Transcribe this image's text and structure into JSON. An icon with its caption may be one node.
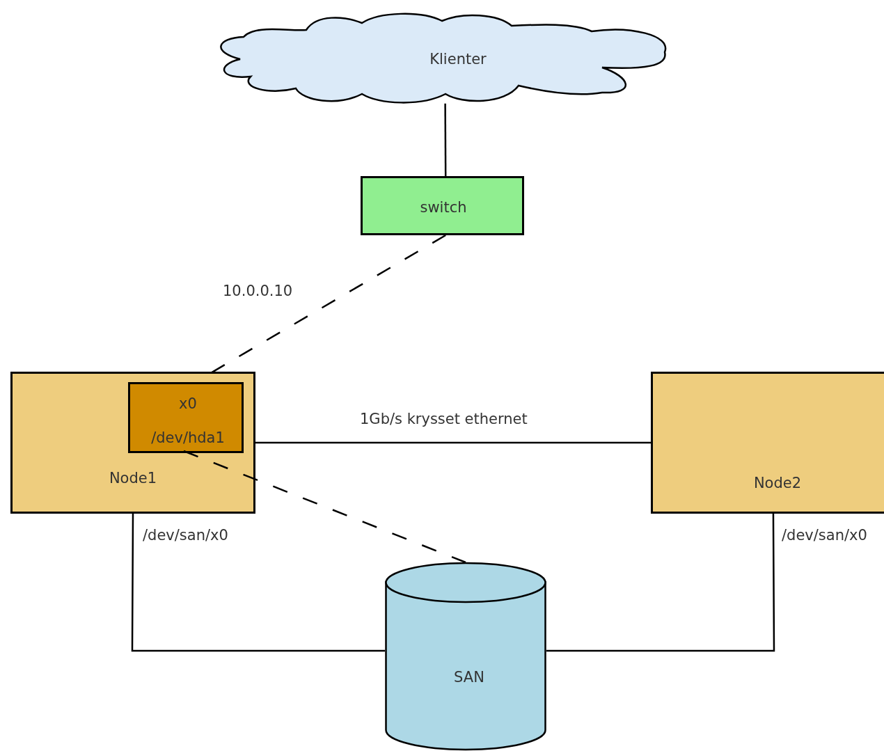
{
  "diagram": {
    "nodes": [
      {
        "text": [
          "Klienter"
        ]
      },
      {
        "text": [
          "switch"
        ]
      },
      {
        "text": [
          "Node1"
        ]
      },
      {
        "text": [
          "x0",
          "/dev/hda1"
        ],
        "in": 2
      },
      {
        "text": [
          "Node2"
        ]
      },
      {
        "text": [
          "SAN"
        ]
      }
    ],
    "edges": [
      {
        "from": 0,
        "to": 1,
        "arrow": "none"
      },
      {
        "from": 1,
        "to": 3,
        "arrow": "none",
        "style": "dashed",
        "label": "10.0.0.10"
      },
      {
        "from": 2,
        "to": 4,
        "arrow": "none",
        "label": "1Gb/s krysset ethernet"
      },
      {
        "from": 3,
        "to": 5,
        "arrow": "none",
        "style": "dashed"
      },
      {
        "from": 2,
        "to": 5,
        "arrow": "none",
        "label": "/dev/san/x0"
      },
      {
        "from": 4,
        "to": 5,
        "arrow": "none",
        "label": "/dev/san/x0"
      }
    ]
  }
}
